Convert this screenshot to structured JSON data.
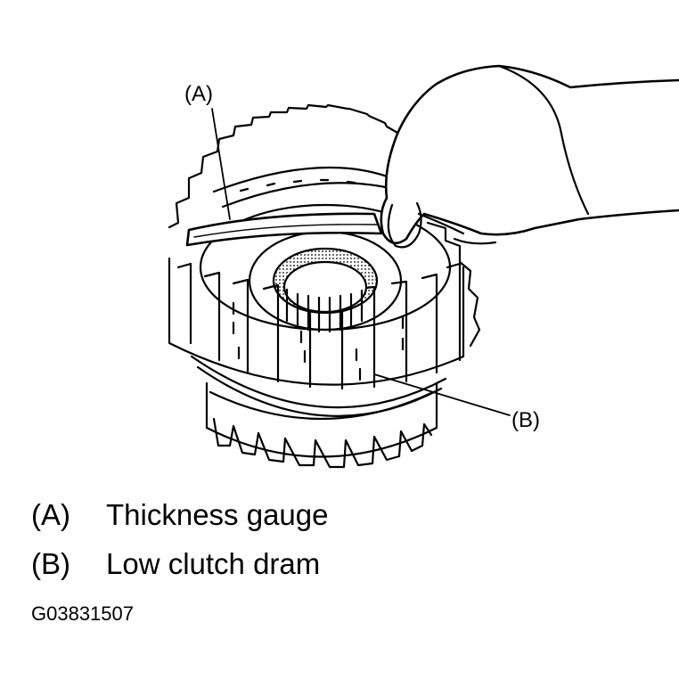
{
  "callouts": {
    "a": "(A)",
    "b": "(B)"
  },
  "legend": [
    {
      "key": "(A)",
      "text": "Thickness gauge"
    },
    {
      "key": "(B)",
      "text": "Low clutch dram"
    }
  ],
  "figure_code": "G03831507",
  "colors": {
    "ink": "#000000",
    "paper": "#ffffff"
  }
}
